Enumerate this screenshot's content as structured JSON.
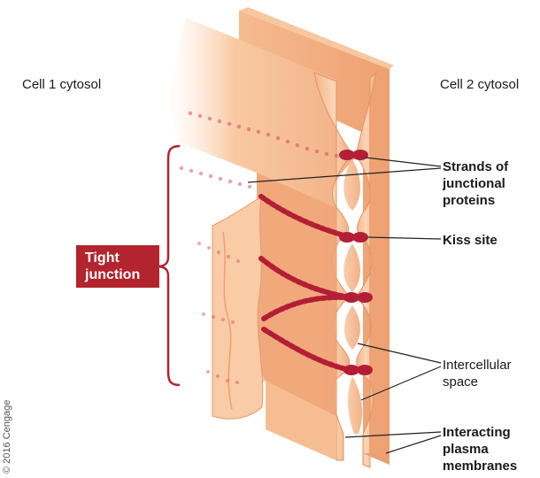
{
  "labels": {
    "cell1": "Cell 1 cytosol",
    "cell2": "Cell 2 cytosol",
    "strands": [
      "Strands of",
      "junctional",
      "proteins"
    ],
    "kiss_site": "Kiss site",
    "intercellular": [
      "Intercellular",
      "space"
    ],
    "membranes": [
      "Interacting",
      "plasma",
      "membranes"
    ],
    "tight_junction": [
      "Tight",
      "junction"
    ],
    "copyright": "© 2016 Cengage"
  },
  "colors": {
    "membrane_light": "#f7c39a",
    "membrane_mid": "#f0a878",
    "membrane_dark": "#e08a5c",
    "protein": "#b31e36",
    "protein_dot": "#d8485e",
    "bracket": "#b3242e",
    "leader": "#222222"
  }
}
